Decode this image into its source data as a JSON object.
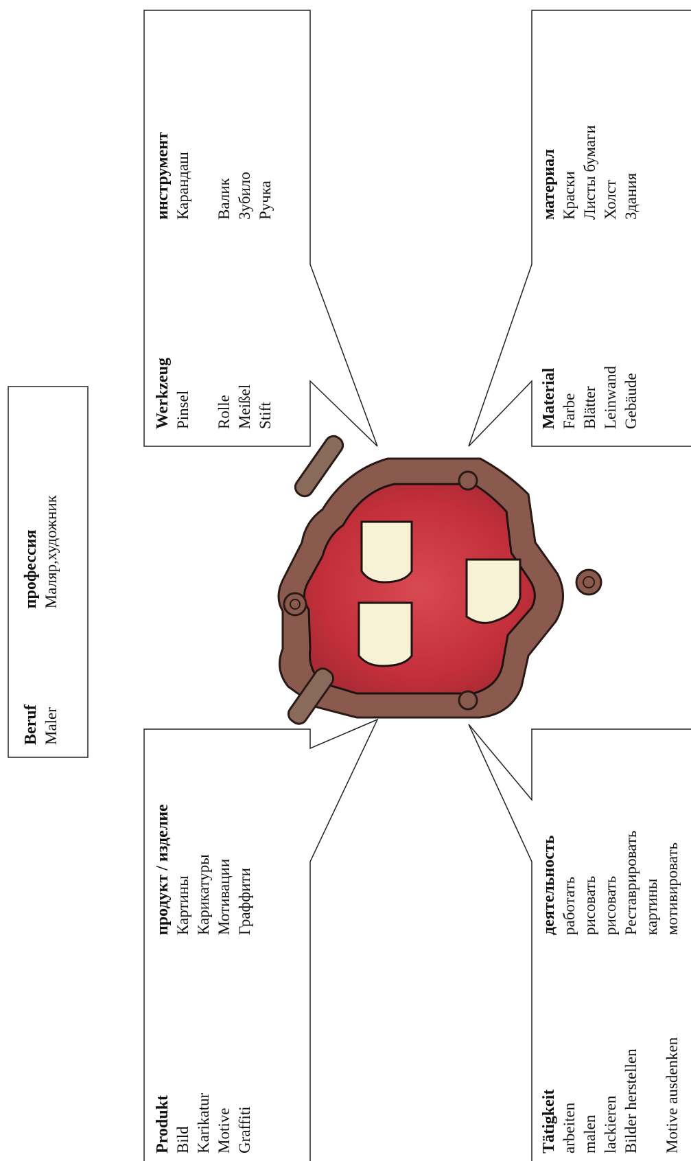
{
  "beruf": {
    "de_head": "Beruf",
    "de_value": "Maler",
    "ru_head": "профессия",
    "ru_value": "Маляр,художник"
  },
  "werkzeug": {
    "de_head": "Werkzeug",
    "de_items": [
      "Pinsel",
      "",
      "Rolle",
      "Meißel",
      "Stift"
    ],
    "ru_head": "инструмент",
    "ru_items": [
      "Карандаш",
      "",
      "Валик",
      "Зубило",
      "Ручка"
    ]
  },
  "material": {
    "de_head": "Material",
    "de_items": [
      "Farbe",
      "Blätter",
      "Leinwand",
      "Gebäude"
    ],
    "ru_head": "материал",
    "ru_items": [
      "Краски",
      "Листы бумаги",
      "Холст",
      "Здания"
    ]
  },
  "produkt": {
    "de_head": "Produkt",
    "de_items": [
      "Bild",
      "Karikatur",
      "Motive",
      "Graffiti"
    ],
    "ru_head": "продукт / изделие",
    "ru_items": [
      "Картины",
      "Карикатуры",
      "Мотивации",
      "Граффити"
    ]
  },
  "taetigkeit": {
    "de_head": "Tätigkeit",
    "de_items": [
      "arbeiten",
      "malen",
      "lackieren",
      "Bilder herstellen",
      "",
      "Motive ausdenken"
    ],
    "ru_head": "деятельность",
    "ru_items": [
      "работать",
      "рисовать",
      "рисовать",
      "Реставрировать",
      "картины",
      "мотивировать"
    ]
  },
  "icon": "coat-of-arms-house",
  "colors": {
    "shield_red": "#c8343c",
    "frame_brown": "#8a5a4e",
    "window": "#f7f1d6"
  }
}
